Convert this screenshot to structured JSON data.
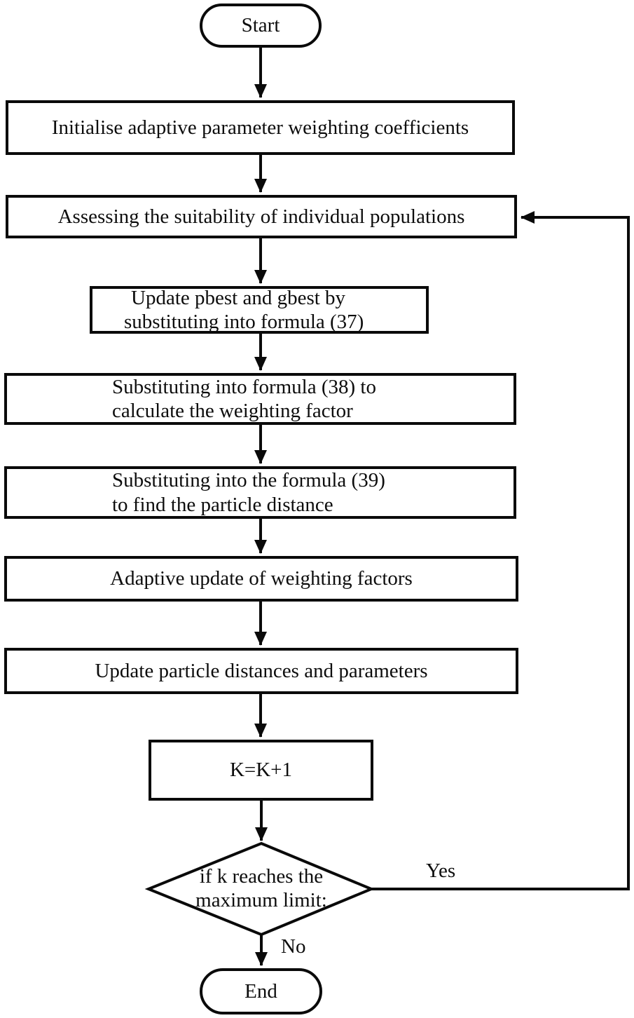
{
  "flowchart": {
    "background_color": "#ffffff",
    "stroke_color": "#0a0a0a",
    "nodes": {
      "start": {
        "label": "Start"
      },
      "init_coefficients": {
        "label": "Initialise adaptive parameter weighting coefficients"
      },
      "assess_population": {
        "label": "Assessing the suitability of individual populations"
      },
      "update_pbest_gbest": {
        "line1": "Update pbest and gbest by",
        "line2": "substituting into formula (37)"
      },
      "formula_38": {
        "line1": "Substituting into formula (38) to",
        "line2": "calculate the weighting factor"
      },
      "formula_39": {
        "line1": "Substituting into the formula (39)",
        "line2": "to find the particle distance"
      },
      "adaptive_update": {
        "label": "Adaptive update of weighting factors"
      },
      "update_distances": {
        "label": "Update particle distances and parameters"
      },
      "increment_k": {
        "label": "K=K+1"
      },
      "decision_k_limit": {
        "line1": "if k reaches the",
        "line2": "maximum limit:"
      },
      "end": {
        "label": "End"
      }
    },
    "edge_labels": {
      "yes": "Yes",
      "no": "No"
    }
  }
}
